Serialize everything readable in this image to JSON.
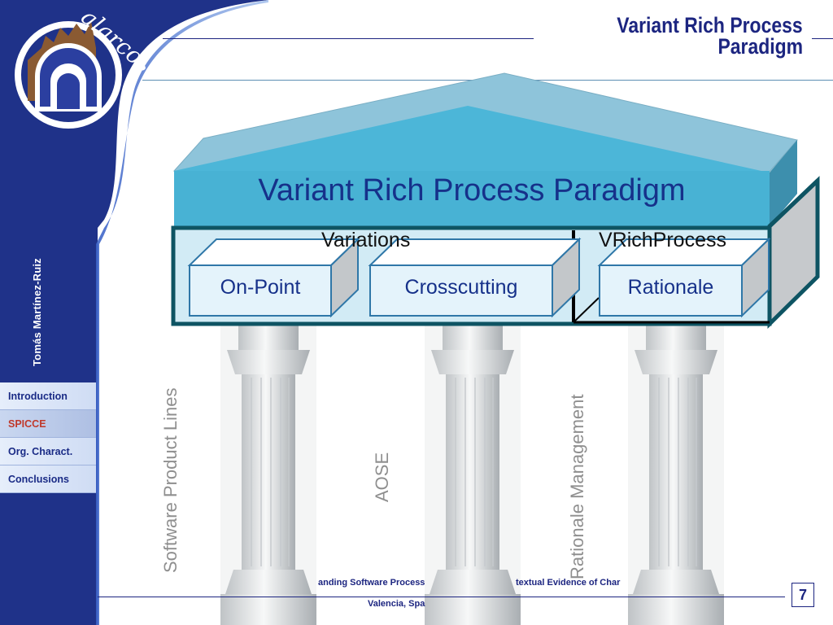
{
  "header": {
    "title_line1": "Variant Rich Process",
    "title_line2": "Paradigm"
  },
  "sidebar": {
    "author": "Tomás Martínez-Ruiz",
    "logo_text": "alarcos",
    "nav": [
      {
        "label": "Introduction",
        "active": false
      },
      {
        "label": "SPICCE",
        "active": true
      },
      {
        "label": "Org. Charact.",
        "active": false
      },
      {
        "label": "Conclusions",
        "active": false
      }
    ]
  },
  "diagram": {
    "roof_title": "Variant Rich Process Paradigm",
    "group_left_label": "Variations",
    "group_right_label": "VRichProcess",
    "boxes": [
      "On-Point",
      "Crosscutting",
      "Rationale"
    ],
    "pillars": [
      "Software Product Lines",
      "AOSE",
      "Rationale Management"
    ]
  },
  "footer": {
    "text_left": "anding Software Process",
    "text_right": "textual Evidence of Char",
    "text_location": "Valencia, Spa",
    "page_number": "7"
  },
  "colors": {
    "navy": "#1c2580",
    "roof_blue": "#4ab3d3",
    "box_fill": "#e4f3fb",
    "accent_red": "#c0392b"
  }
}
